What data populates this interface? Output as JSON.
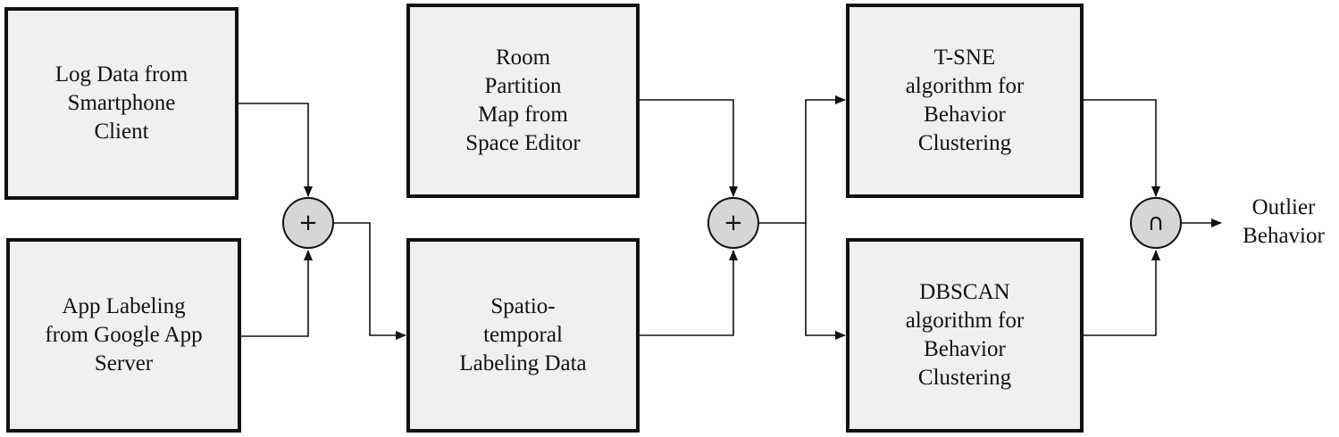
{
  "nodes": {
    "log_data": {
      "label": "Log Data from\nSmartphone\nClient"
    },
    "app_labeling": {
      "label": "App Labeling\nfrom Google App\nServer"
    },
    "room_partition": {
      "label": "Room\nPartition\nMap from\nSpace Editor"
    },
    "spatiotemporal": {
      "label": "Spatio-\ntemporal\nLabeling Data"
    },
    "tsne": {
      "label": "T-SNE\nalgorithm for\nBehavior\nClustering"
    },
    "dbscan": {
      "label": "DBSCAN\nalgorithm for\nBehavior\nClustering"
    }
  },
  "operators": {
    "combine_1": {
      "symbol": "+"
    },
    "combine_2": {
      "symbol": "+"
    },
    "intersect": {
      "symbol": "∩"
    }
  },
  "output": {
    "label": "Outlier\nBehavior"
  }
}
